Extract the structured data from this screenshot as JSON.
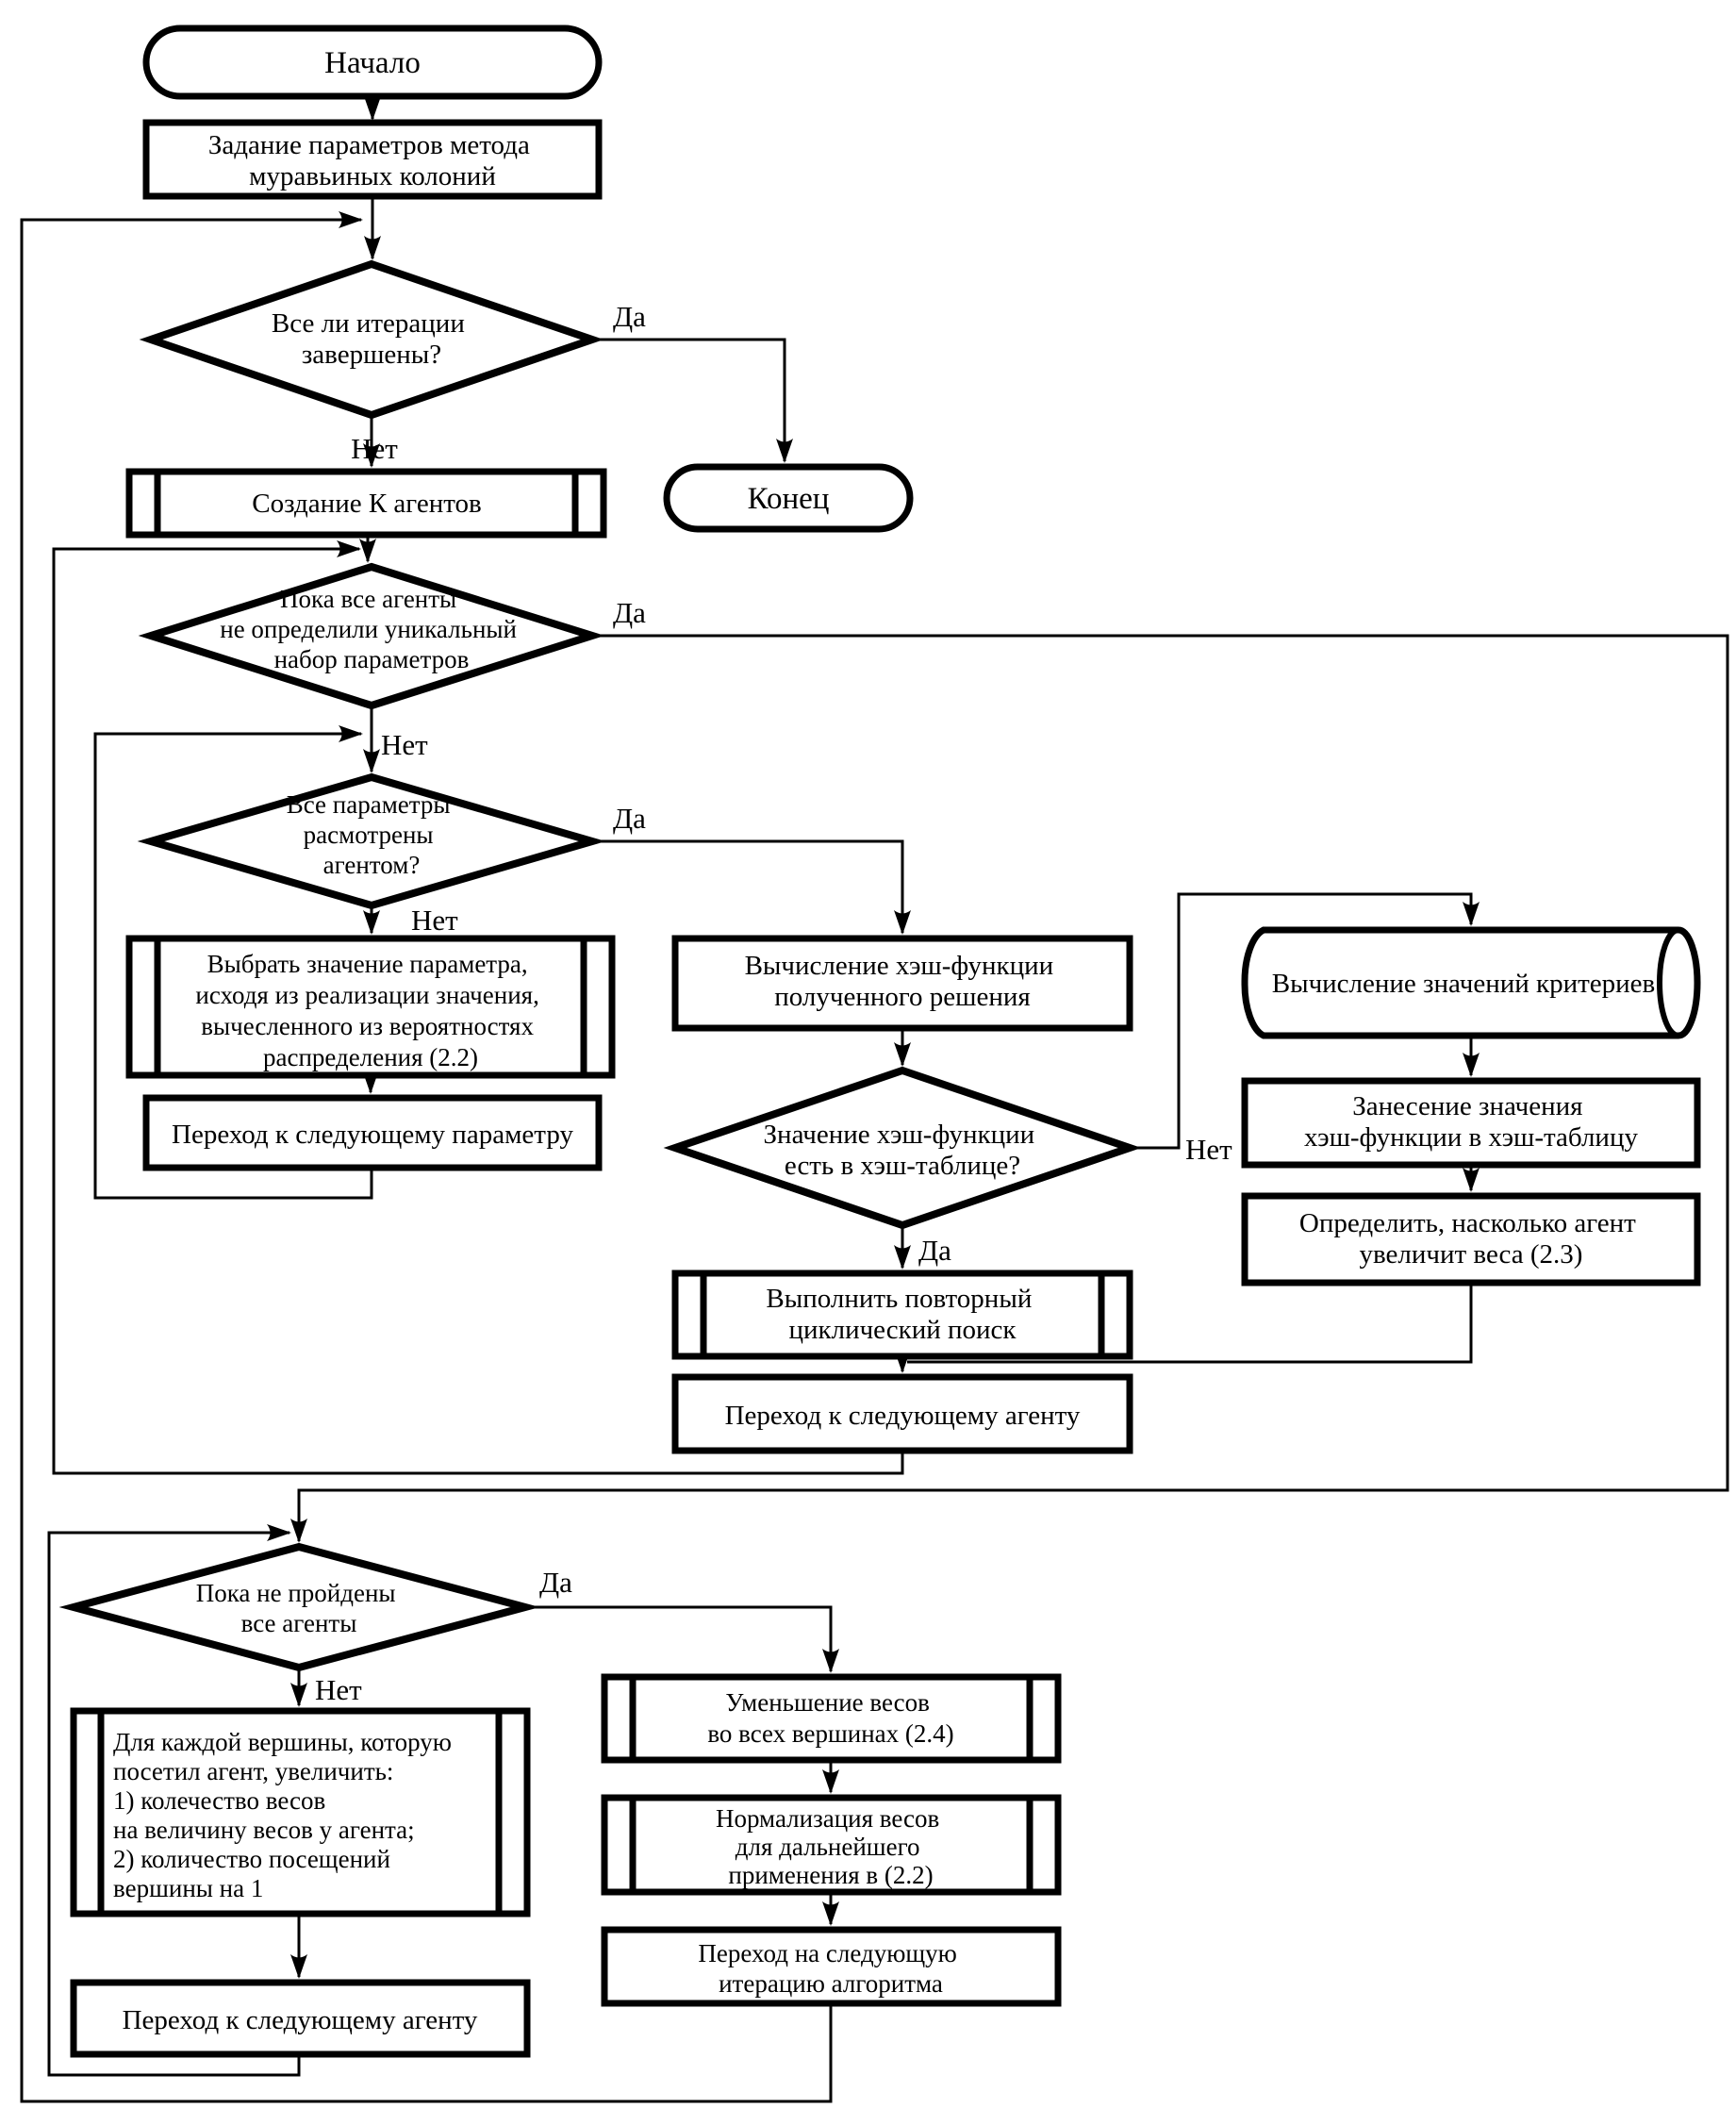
{
  "labels": {
    "yes": "Да",
    "no": "Нет"
  },
  "colors": {
    "stroke": "#000000",
    "background": "#ffffff"
  },
  "nodes": {
    "start": {
      "type": "terminator",
      "label": "Начало"
    },
    "set_params": {
      "type": "process",
      "lines": [
        "Задание параметров метода",
        "муравьиных колоний"
      ]
    },
    "iterations_done": {
      "type": "decision",
      "lines": [
        "Все ли итерации",
        "завершены?"
      ]
    },
    "end": {
      "type": "terminator",
      "label": "Конец"
    },
    "create_agents": {
      "type": "predefined-process",
      "label": "Создание К агентов"
    },
    "agents_unique_params": {
      "type": "decision",
      "lines": [
        "Пока все агенты",
        "не определили уникальный",
        "набор параметров"
      ]
    },
    "all_params_considered": {
      "type": "decision",
      "lines": [
        "Все параметры",
        "расмотрены",
        "агентом?"
      ]
    },
    "choose_param_value": {
      "type": "predefined-process",
      "lines": [
        "Выбрать значение параметра,",
        "исходя из реализации значения,",
        "вычесленного из вероятностях",
        "распределения (2.2)"
      ]
    },
    "next_param": {
      "type": "process",
      "label": "Переход к следующему параметру"
    },
    "calc_hash": {
      "type": "process",
      "lines": [
        "Вычисление хэш-функции",
        "полученного решения"
      ]
    },
    "hash_in_table": {
      "type": "decision",
      "lines": [
        "Значение хэш-функции",
        "есть в хэш-таблице?"
      ]
    },
    "repeat_cyclic_search": {
      "type": "predefined-process",
      "lines": [
        "Выполнить повторный",
        "циклический поиск"
      ]
    },
    "next_agent_inner": {
      "type": "process",
      "label": "Переход к следующему агенту"
    },
    "calc_criteria": {
      "type": "stored-data",
      "label": "Вычисление значений критериев"
    },
    "store_hash": {
      "type": "process",
      "lines": [
        "Занесение значения",
        "хэш-функции в хэш-таблицу"
      ]
    },
    "determine_weight_increase": {
      "type": "process",
      "lines": [
        "Определить, насколько агент",
        "увеличит веса (2.3)"
      ]
    },
    "all_agents_passed": {
      "type": "decision",
      "lines": [
        "Пока не пройдены",
        "все агенты"
      ]
    },
    "update_vertices": {
      "type": "predefined-process",
      "lines": [
        "Для каждой вершины, которую",
        "посетил агент, увеличить:",
        "1) колечество весов",
        "на величину весов у агента;",
        "2) количество посещений",
        "вершины на 1"
      ]
    },
    "next_agent_outer": {
      "type": "process",
      "label": "Переход к следующему агенту"
    },
    "decrease_weights": {
      "type": "predefined-process",
      "lines": [
        "Уменьшение весов",
        "во всех вершинах (2.4)"
      ]
    },
    "normalize_weights": {
      "type": "predefined-process",
      "lines": [
        "Нормализация весов",
        "для дальнейшего",
        "применения в (2.2)"
      ]
    },
    "next_iteration": {
      "type": "process",
      "lines": [
        "Переход на следующую",
        "итерацию алгоритма"
      ]
    }
  }
}
